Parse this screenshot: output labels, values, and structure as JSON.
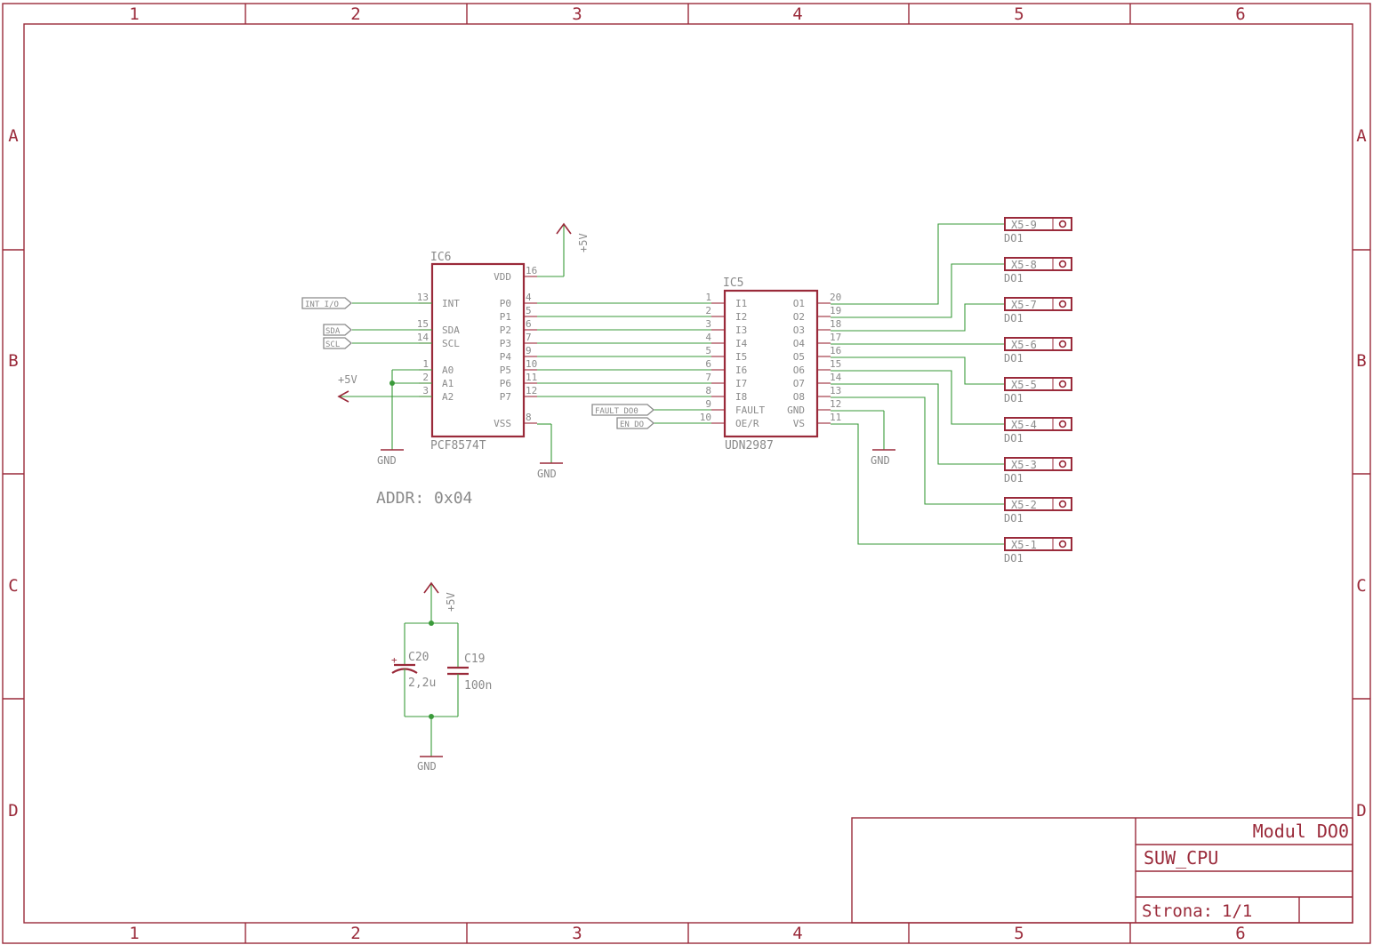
{
  "frame": {
    "columns": [
      "1",
      "2",
      "3",
      "4",
      "5",
      "6"
    ],
    "rows": [
      "A",
      "B",
      "C",
      "D"
    ]
  },
  "ic6": {
    "name": "IC6",
    "value": "PCF8574T",
    "left_pins": [
      {
        "num": "13",
        "name": "INT"
      },
      {
        "num": "15",
        "name": "SDA"
      },
      {
        "num": "14",
        "name": "SCL"
      },
      {
        "num": "1",
        "name": "A0"
      },
      {
        "num": "2",
        "name": "A1"
      },
      {
        "num": "3",
        "name": "A2"
      }
    ],
    "right_pins": [
      {
        "num": "16",
        "name": "VDD"
      },
      {
        "num": "4",
        "name": "P0"
      },
      {
        "num": "5",
        "name": "P1"
      },
      {
        "num": "6",
        "name": "P2"
      },
      {
        "num": "7",
        "name": "P3"
      },
      {
        "num": "9",
        "name": "P4"
      },
      {
        "num": "10",
        "name": "P5"
      },
      {
        "num": "11",
        "name": "P6"
      },
      {
        "num": "12",
        "name": "P7"
      },
      {
        "num": "8",
        "name": "VSS"
      }
    ]
  },
  "ic5": {
    "name": "IC5",
    "value": "UDN2987",
    "left_pins": [
      {
        "num": "1",
        "name": "I1"
      },
      {
        "num": "2",
        "name": "I2"
      },
      {
        "num": "3",
        "name": "I3"
      },
      {
        "num": "4",
        "name": "I4"
      },
      {
        "num": "5",
        "name": "I5"
      },
      {
        "num": "6",
        "name": "I6"
      },
      {
        "num": "7",
        "name": "I7"
      },
      {
        "num": "8",
        "name": "I8"
      },
      {
        "num": "9",
        "name": "FAULT"
      },
      {
        "num": "10",
        "name": "OE/R"
      }
    ],
    "right_pins": [
      {
        "num": "20",
        "name": "O1"
      },
      {
        "num": "19",
        "name": "O2"
      },
      {
        "num": "18",
        "name": "O3"
      },
      {
        "num": "17",
        "name": "O4"
      },
      {
        "num": "16",
        "name": "O5"
      },
      {
        "num": "15",
        "name": "O6"
      },
      {
        "num": "14",
        "name": "O7"
      },
      {
        "num": "13",
        "name": "O8"
      },
      {
        "num": "12",
        "name": "GND"
      },
      {
        "num": "11",
        "name": "VS"
      }
    ]
  },
  "net_labels": {
    "int": "INT_I/O",
    "sda": "SDA",
    "scl": "SCL",
    "fault": "FAULT_DO0",
    "en": "EN_DO"
  },
  "power": {
    "vcc": "+5V",
    "gnd": "GND"
  },
  "connectors": [
    {
      "name": "X5-9",
      "value": "DO1"
    },
    {
      "name": "X5-8",
      "value": "DO1"
    },
    {
      "name": "X5-7",
      "value": "DO1"
    },
    {
      "name": "X5-6",
      "value": "DO1"
    },
    {
      "name": "X5-5",
      "value": "DO1"
    },
    {
      "name": "X5-4",
      "value": "DO1"
    },
    {
      "name": "X5-3",
      "value": "DO1"
    },
    {
      "name": "X5-2",
      "value": "DO1"
    },
    {
      "name": "X5-1",
      "value": "DO1"
    }
  ],
  "note": "ADDR: 0x04",
  "c20": {
    "name": "C20",
    "value": "2,2u"
  },
  "c19": {
    "name": "C19",
    "value": "100n"
  },
  "title_block": {
    "title": "Modul DO0",
    "project": "SUW_CPU",
    "sheet_label": "Strona:",
    "sheet_value": "1/1"
  },
  "colors": {
    "frame": "#9a2a3a",
    "net": "#3a9a3a",
    "label": "#8a8a8a"
  }
}
